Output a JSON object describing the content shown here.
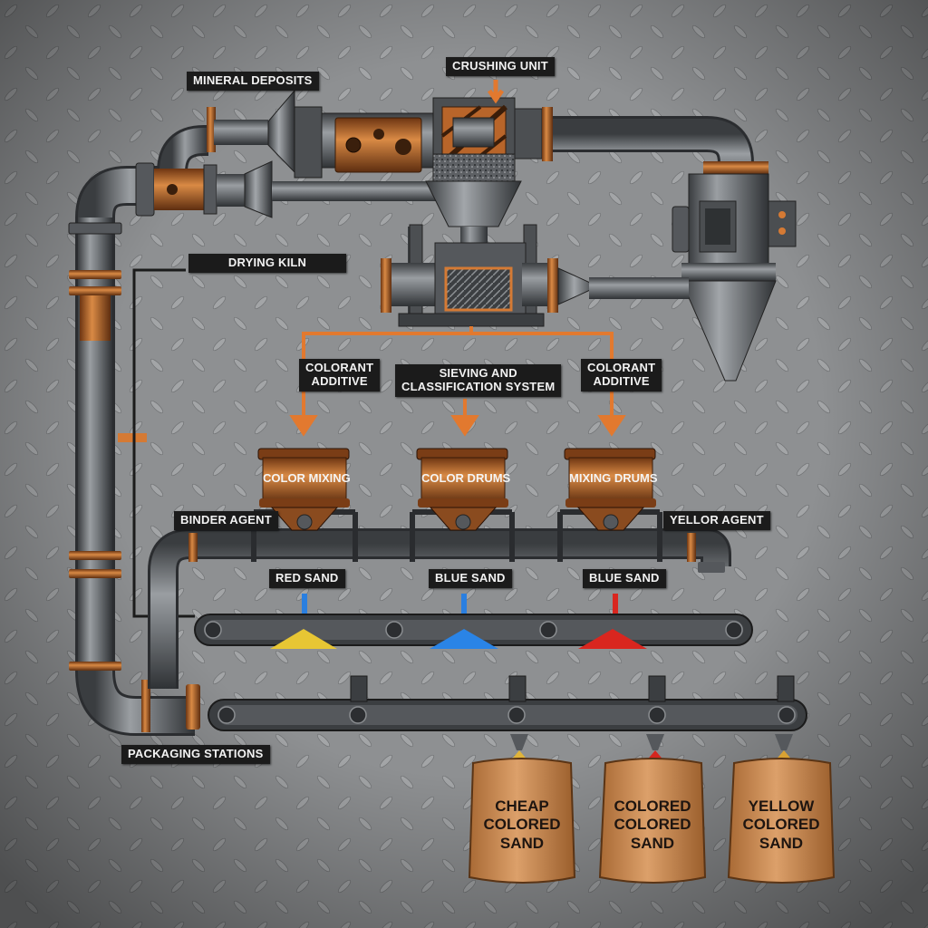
{
  "labels": {
    "mineral_deposits": "MINERAL DEPOSITS",
    "crushing_unit": "CRUSHING UNIT",
    "drying_kiln": "DRYING KILN",
    "colorant_additive_left": [
      "COLORANT",
      "ADDITIVE"
    ],
    "sieving_system": [
      "SIEVING AND",
      "CLASSIFICATION SYSTEM"
    ],
    "colorant_additive_right": [
      "COLORANT",
      "ADDITIVE"
    ],
    "binder_agent": "BINDER AGENT",
    "yellow_agent": "YELLOR AGENT",
    "red_sand": "RED SAND",
    "blue_sand_1": "BLUE SAND",
    "blue_sand_2": "BLUE SAND",
    "packaging_stations": "PACKAGING STATIONS"
  },
  "drums": [
    {
      "label": "COLOR MIXING"
    },
    {
      "label": "COLOR DRUMS"
    },
    {
      "label": "MIXING DRUMS"
    }
  ],
  "bags": [
    {
      "lines": [
        "CHEAP",
        "COLORED",
        "SAND"
      ],
      "fill_color": "#e0b43a"
    },
    {
      "lines": [
        "COLORED",
        "COLORED",
        "SAND"
      ],
      "fill_color": "#d5261f"
    },
    {
      "lines": [
        "YELLOW",
        "COLORED",
        "SAND"
      ],
      "fill_color": "#d9a233"
    }
  ],
  "sand_piles": [
    {
      "color": "#e7c634",
      "stream_color": "#2a7fe0"
    },
    {
      "color": "#2a84e6",
      "stream_color": "#2a7fe0"
    },
    {
      "color": "#d9261f",
      "stream_color": "#d9261f"
    }
  ],
  "colors": {
    "accent_orange": "#e2792f",
    "pipe_steel": "#6e7276",
    "copper": "#b8652a",
    "label_bg": "#1b1b1b"
  }
}
